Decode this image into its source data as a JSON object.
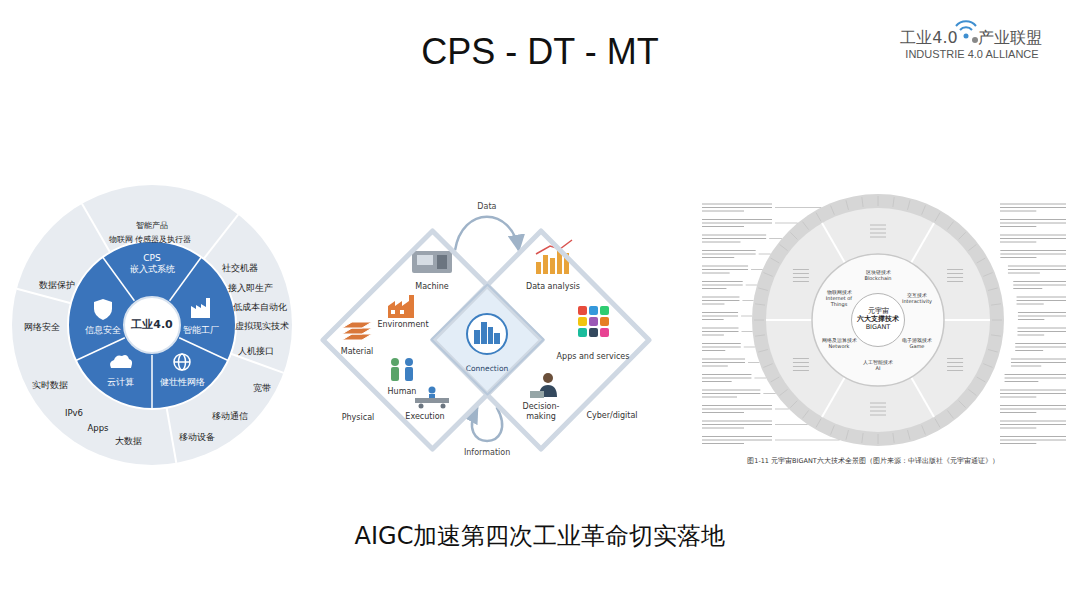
{
  "diagram": {
    "title": "CPS - DT - MT",
    "caption": "AIGC加速第四次工业革命切实落地",
    "nodes": [
      {
        "text": [
          "工业4.0"
        ]
      },
      {
        "text": [
          "CPS",
          "嵌入式系统"
        ]
      },
      {
        "text": [
          "智能工厂"
        ]
      },
      {
        "text": [
          "健壮性网络"
        ]
      },
      {
        "text": [
          "云计算"
        ]
      },
      {
        "text": [
          "信息安全"
        ]
      },
      {
        "text": [
          "Machine",
          "Environment",
          "Material",
          "Human",
          "Execution",
          "Physical"
        ]
      },
      {
        "text": [
          "Data analysis",
          "Apps and services",
          "Decision-making",
          "Cyber/digital"
        ]
      },
      {
        "text": [
          "Connection"
        ]
      },
      {
        "text": [
          "元宇宙",
          "六大支撑技术",
          "BIGANT"
        ]
      },
      {
        "text": [
          "区块链技术",
          "Blockchain"
        ]
      },
      {
        "text": [
          "交互技术",
          "Interactivity"
        ]
      },
      {
        "text": [
          "电子游戏技术",
          "Game"
        ]
      },
      {
        "text": [
          "人工智能技术",
          "AI"
        ]
      },
      {
        "text": [
          "网络及运算技术",
          "Network"
        ]
      },
      {
        "text": [
          "物联网技术",
          "Internet of Things"
        ]
      }
    ],
    "edges": [
      {
        "from": 6,
        "to": 7,
        "label": "Data",
        "arrow": "to"
      },
      {
        "from": 7,
        "to": 6,
        "label": "Information",
        "arrow": "to"
      }
    ],
    "labels": [
      "工业4.0",
      "产业联盟",
      "INDUSTRIE 4.0 ALLIANCE",
      "智能产品",
      "物联网 传感器及执行器",
      "社交机器",
      "接入即生产",
      "低成本自动化",
      "虚拟现实技术",
      "人机接口",
      "宽带",
      "移动通信",
      "移动设备",
      "大数据",
      "Apps",
      "IPv6",
      "实时数据",
      "网络安全",
      "数据保护",
      "图1-11 元宇宙BIGANT六大技术全景图（图片来源：中译出版社《元宇宙通证》）"
    ]
  }
}
